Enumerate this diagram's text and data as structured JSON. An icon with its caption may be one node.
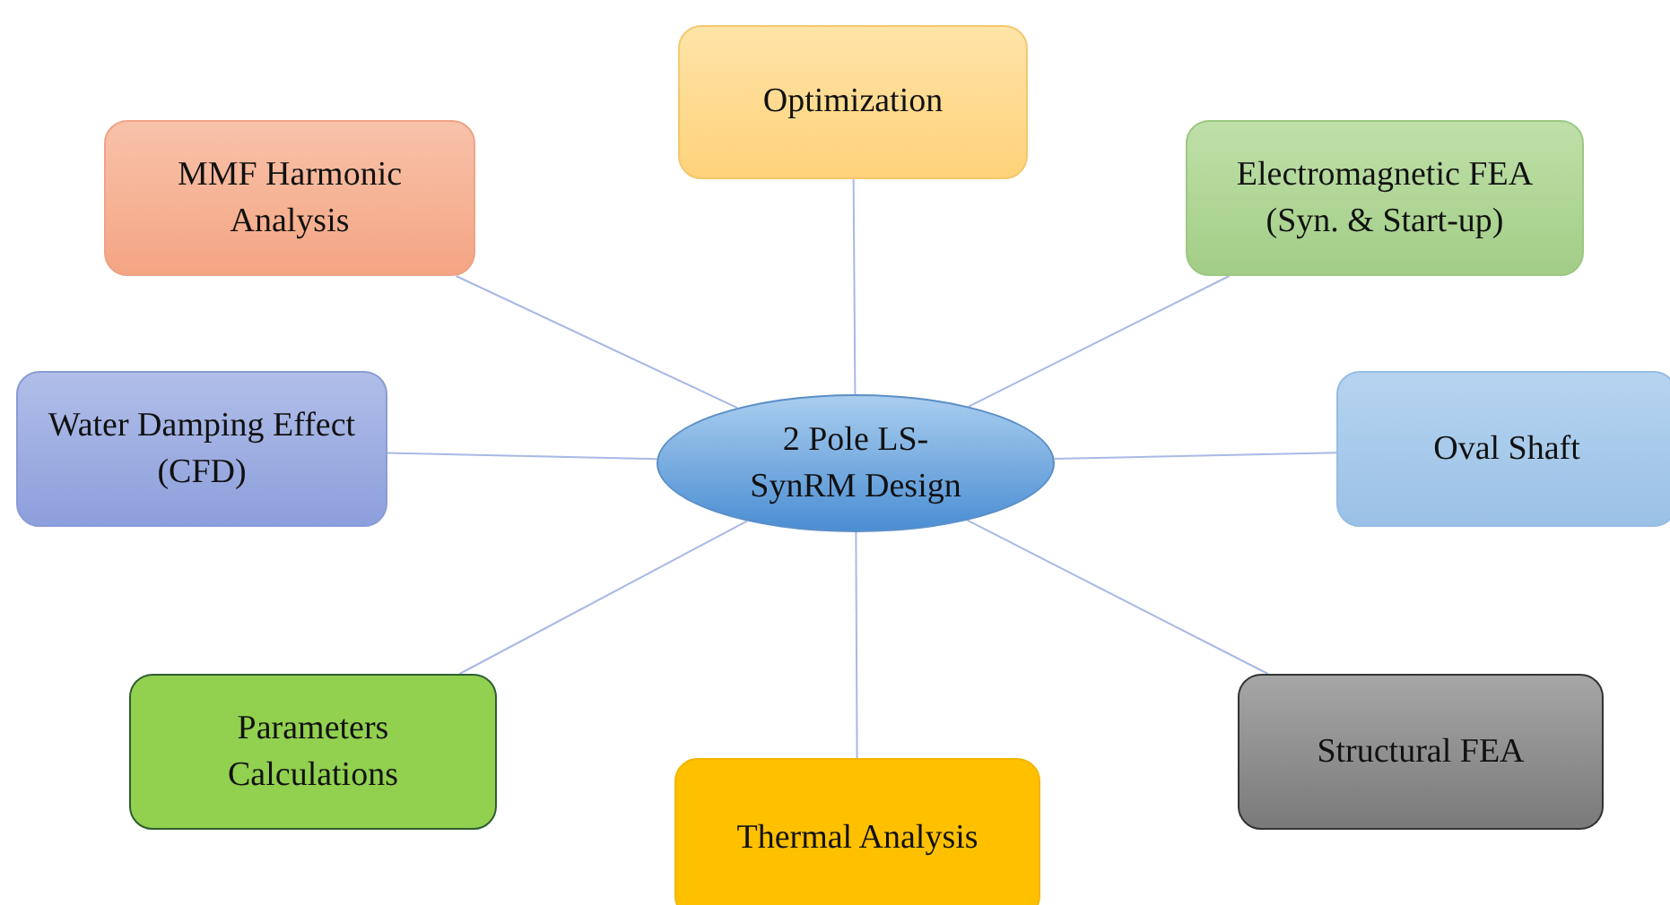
{
  "diagram": {
    "nodes": [
      {
        "text": [
          "2 Pole LS- SynRM Design"
        ]
      },
      {
        "text": [
          "Optimization"
        ]
      },
      {
        "text": [
          "MMF Harmonic Analysis"
        ]
      },
      {
        "text": [
          "Electromagnetic FEA (Syn. & Start-up)"
        ]
      },
      {
        "text": [
          "Water Damping Effect (CFD)"
        ]
      },
      {
        "text": [
          "Oval Shaft"
        ]
      },
      {
        "text": [
          "Parameters Calculations"
        ]
      },
      {
        "text": [
          "Structural FEA"
        ]
      },
      {
        "text": [
          "Thermal Analysis"
        ]
      }
    ],
    "edges": [
      {
        "from": 0,
        "to": 1,
        "arrow": "none"
      },
      {
        "from": 0,
        "to": 2,
        "arrow": "none"
      },
      {
        "from": 0,
        "to": 3,
        "arrow": "none"
      },
      {
        "from": 0,
        "to": 4,
        "arrow": "none"
      },
      {
        "from": 0,
        "to": 5,
        "arrow": "none"
      },
      {
        "from": 0,
        "to": 6,
        "arrow": "none"
      },
      {
        "from": 0,
        "to": 7,
        "arrow": "none"
      },
      {
        "from": 0,
        "to": 8,
        "arrow": "none"
      }
    ]
  }
}
